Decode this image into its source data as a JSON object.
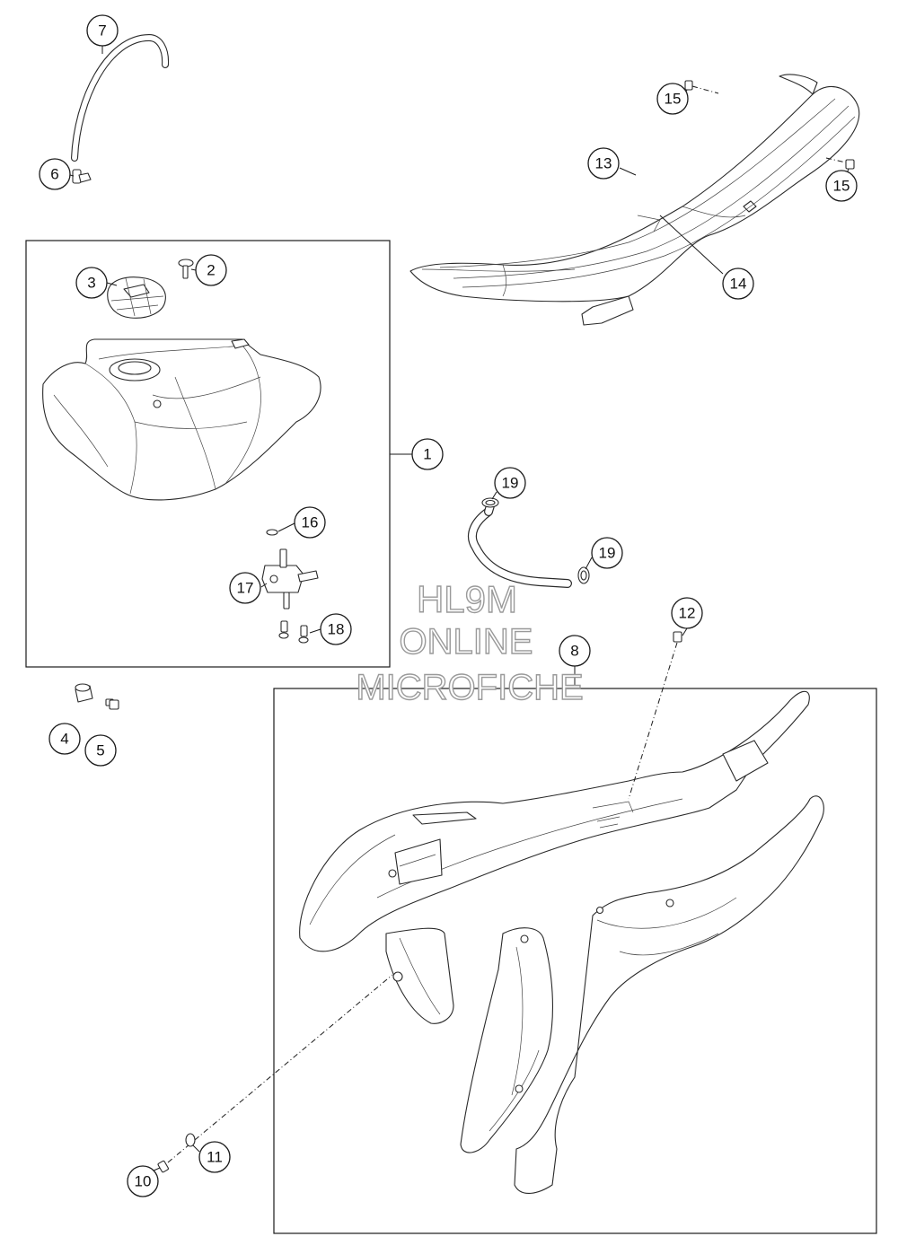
{
  "callouts": [
    {
      "id": "c1",
      "label": "1"
    },
    {
      "id": "c2",
      "label": "2"
    },
    {
      "id": "c3",
      "label": "3"
    },
    {
      "id": "c4",
      "label": "4"
    },
    {
      "id": "c5",
      "label": "5"
    },
    {
      "id": "c6",
      "label": "6"
    },
    {
      "id": "c7",
      "label": "7"
    },
    {
      "id": "c8",
      "label": "8"
    },
    {
      "id": "c10",
      "label": "10"
    },
    {
      "id": "c11",
      "label": "11"
    },
    {
      "id": "c12",
      "label": "12"
    },
    {
      "id": "c13",
      "label": "13"
    },
    {
      "id": "c14",
      "label": "14"
    },
    {
      "id": "c15a",
      "label": "15"
    },
    {
      "id": "c15b",
      "label": "15"
    },
    {
      "id": "c16",
      "label": "16"
    },
    {
      "id": "c17",
      "label": "17"
    },
    {
      "id": "c18",
      "label": "18"
    },
    {
      "id": "c19a",
      "label": "19"
    },
    {
      "id": "c19b",
      "label": "19"
    }
  ],
  "watermark": {
    "line1": "HL9M",
    "line2": "ONLINE",
    "line3": "MICROFICHE"
  }
}
